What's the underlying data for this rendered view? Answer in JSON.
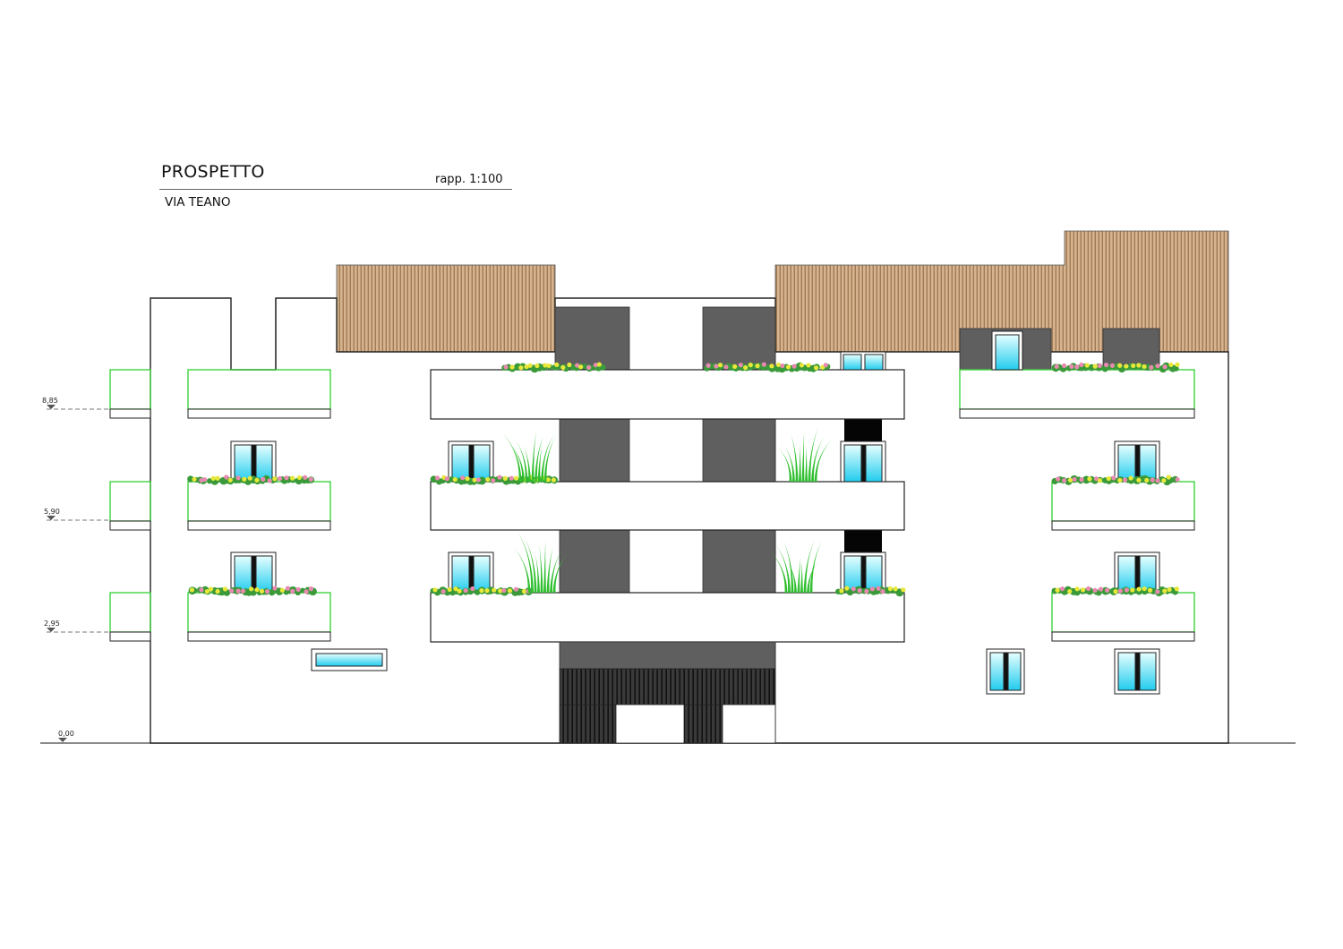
{
  "drawing": {
    "title": "PROSPETTO",
    "scale": "rapp. 1:100",
    "subtitle": "VIA TEANO"
  },
  "levels": [
    {
      "label": "8,85",
      "height_m": 8.85
    },
    {
      "label": "5,90",
      "height_m": 5.9
    },
    {
      "label": "2,95",
      "height_m": 2.95
    },
    {
      "label": "0,00",
      "height_m": 0.0
    }
  ],
  "colors": {
    "wall": "#ffffff",
    "outline": "#222222",
    "glass_top": "#e6ffff",
    "glass_bottom": "#22ccee",
    "railing": "#3fd43f",
    "dark_panel": "#5f5f5f",
    "wood_cladding": "#c9a581",
    "stair_shaft": "#050505",
    "grass": "#2fbf2f",
    "flower_yellow": "#e8e83a",
    "flower_pink": "#e88ab0",
    "foliage": "#3a9a3a"
  },
  "icons": [
    "level-marker-icon",
    "window-icon",
    "planter-icon",
    "grass-icon"
  ]
}
